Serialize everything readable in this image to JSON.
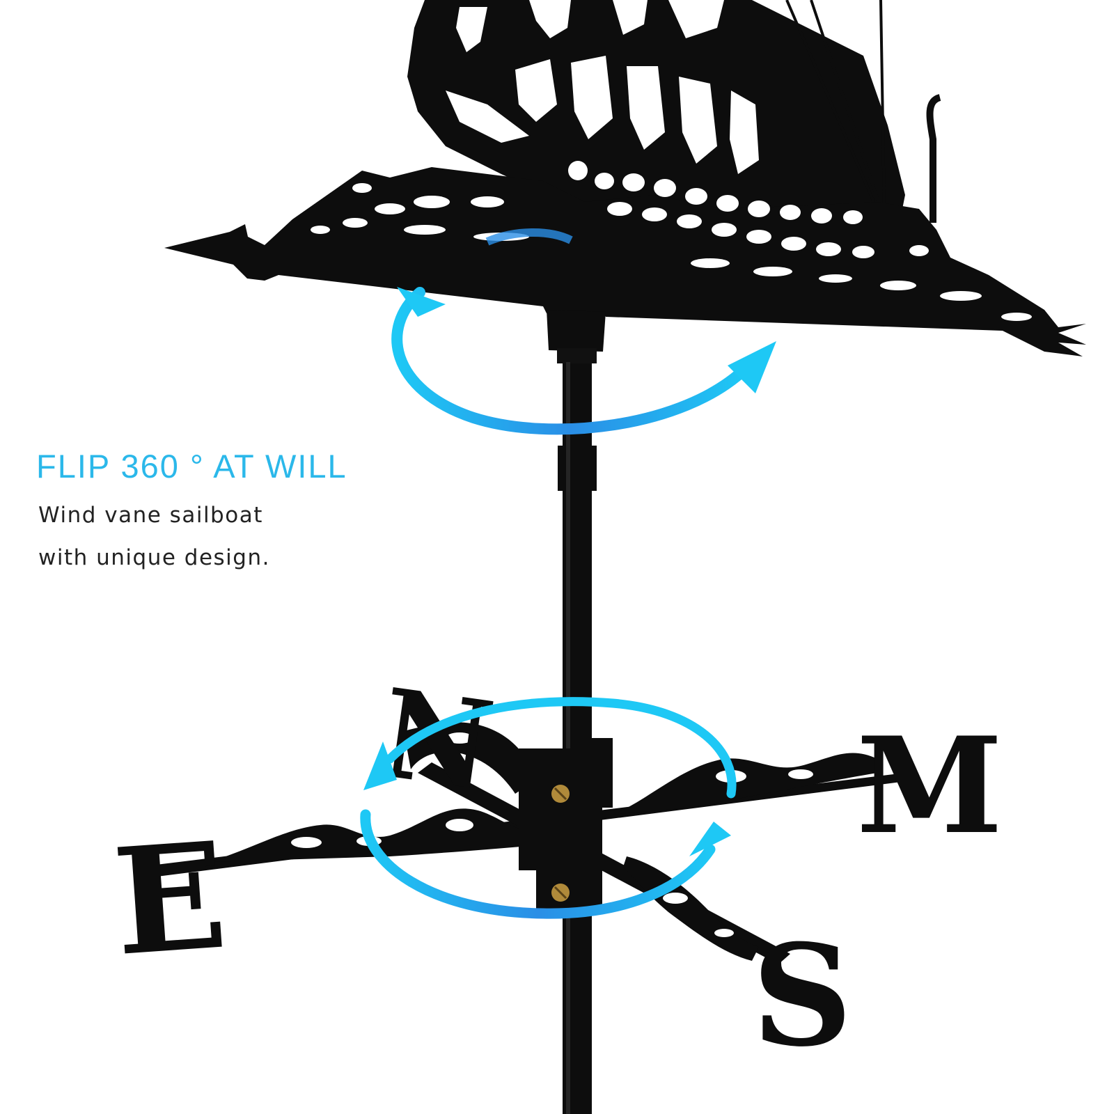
{
  "headline": "FLIP 360 ° AT WILL",
  "description": {
    "line1": "Wind vane sailboat",
    "line2": "with unique design."
  },
  "compass": {
    "north": "N",
    "east": "E",
    "south": "S",
    "west": "M"
  },
  "colors": {
    "accent": "#2bb8ea",
    "metal": "#0d0d0d",
    "background": "#ffffff"
  },
  "icons": [
    "rotation-arrow-icon"
  ]
}
